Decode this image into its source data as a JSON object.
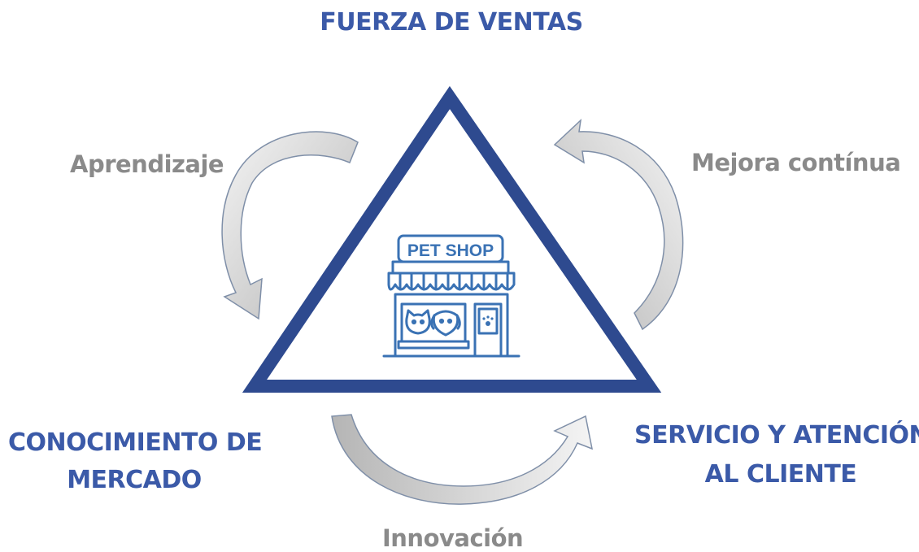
{
  "nodes": {
    "top": "FUERZA DE VENTAS",
    "bottom_left_line1": "CONOCIMIENTO DE",
    "bottom_left_line2": "MERCADO",
    "bottom_right_line1": "SERVICIO Y ATENCIÓN",
    "bottom_right_line2": "AL CLIENTE"
  },
  "cycle": {
    "left": "Aprendizaje",
    "right": "Mejora contínua",
    "bottom": "Innovación"
  },
  "center_icon": {
    "name": "pet-shop-icon",
    "sign": "PET SHOP"
  },
  "colors": {
    "blue": "#2e4a8f",
    "label_blue": "#3b5aa8",
    "gray_text": "#8a8a8a",
    "arrow_fill_light": "#f2f2f2",
    "arrow_fill_dark": "#b9b9b9",
    "icon_blue": "#3a72b4"
  }
}
